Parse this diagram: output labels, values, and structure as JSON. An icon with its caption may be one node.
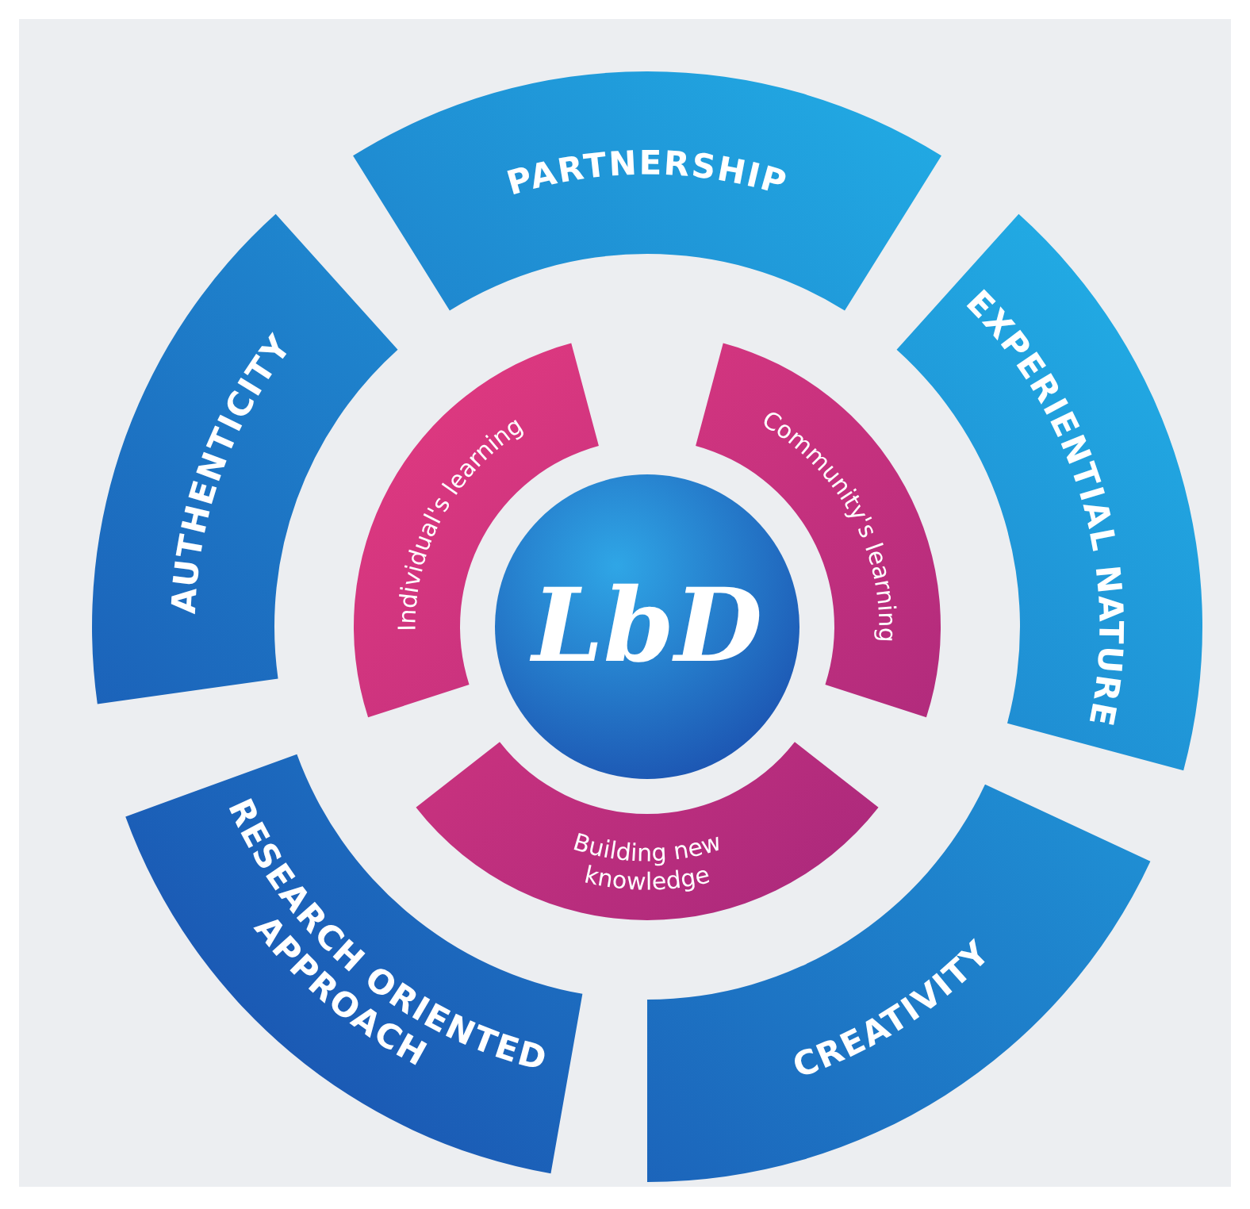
{
  "diagram": {
    "nodes": [
      {
        "text": [
          "PARTNERSHIP"
        ]
      },
      {
        "text": [
          "AUTHENTICITY"
        ]
      },
      {
        "text": [
          "EXPERIENTIAL NATURE"
        ]
      },
      {
        "text": [
          "Individual's learning"
        ]
      },
      {
        "text": [
          "Community's learning"
        ]
      },
      {
        "text": [
          "LbD"
        ]
      },
      {
        "text": [
          "Building new knowledge"
        ]
      },
      {
        "text": [
          "RESEARCH ORIENTED APPROACH"
        ]
      },
      {
        "text": [
          "CREATIVITY"
        ]
      }
    ]
  }
}
